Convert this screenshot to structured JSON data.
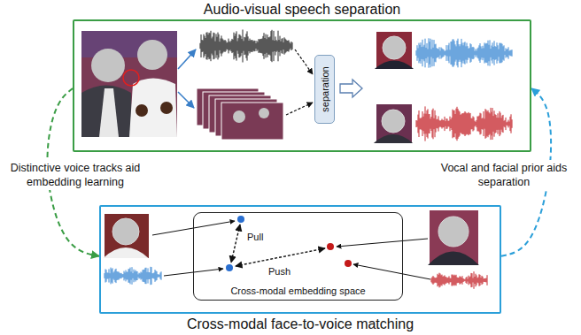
{
  "diagram": {
    "nodes": [
      {
        "text": [
          "Audio-visual speech separation"
        ]
      },
      {
        "text": [
          "separation"
        ],
        "in": 0
      },
      {
        "text": [
          "Cross-modal face-to-voice matching"
        ]
      },
      {
        "text": [
          "Cross-modal embedding space"
        ],
        "in": 2
      }
    ],
    "edges": [
      {
        "from": 0,
        "to": 2,
        "arrow": "to",
        "label": "Distinctive voice tracks aid embedding learning"
      },
      {
        "from": 2,
        "to": 0,
        "arrow": "to",
        "label": "Vocal and facial prior aids separation"
      }
    ],
    "labels": [
      "Pull",
      "Push"
    ]
  }
}
